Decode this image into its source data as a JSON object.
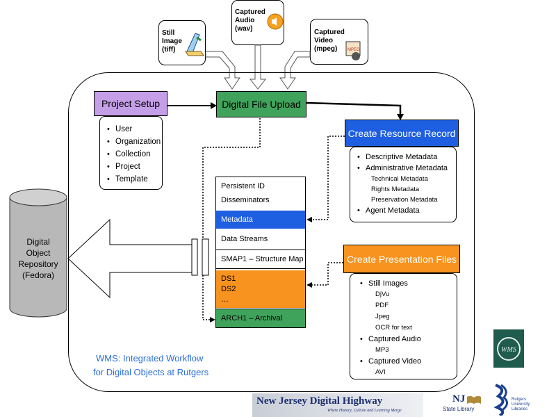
{
  "sources": {
    "still_image": {
      "label_lines": [
        "Still",
        "Image",
        "(tiff)"
      ],
      "icon": "scanner-icon"
    },
    "captured_audio": {
      "label_lines": [
        "Captured",
        "Audio",
        "(wav)"
      ],
      "icon": "speaker-icon"
    },
    "captured_video": {
      "label_lines": [
        "Captured",
        "Video",
        "(mpeg)"
      ],
      "icon": "film-reel-icon",
      "icon_text": "MPEG"
    }
  },
  "project_setup": {
    "title": "Project Setup",
    "items": [
      "User",
      "Organization",
      "Collection",
      "Project",
      "Template"
    ]
  },
  "digital_file_upload": {
    "title": "Digital File Upload"
  },
  "create_resource_record": {
    "title": "Create Resource Record",
    "items": [
      {
        "text": "Descriptive Metadata",
        "level": 1
      },
      {
        "text": "Administrative Metadata",
        "level": 1
      },
      {
        "text": "Technical Metadata",
        "level": 2
      },
      {
        "text": "Rights Metadata",
        "level": 2
      },
      {
        "text": "Preservation Metadata",
        "level": 2
      },
      {
        "text": "Agent Metadata",
        "level": 1
      }
    ]
  },
  "create_presentation_files": {
    "title": "Create Presentation Files",
    "items": [
      {
        "text": "Still Images",
        "level": 1
      },
      {
        "text": "DjVu",
        "level": 2
      },
      {
        "text": "PDF",
        "level": 2
      },
      {
        "text": "Jpeg",
        "level": 2
      },
      {
        "text": "OCR for text",
        "level": 2
      },
      {
        "text": "Captured Audio",
        "level": 1
      },
      {
        "text": "MP3",
        "level": 2
      },
      {
        "text": "Captured Video",
        "level": 1
      },
      {
        "text": "AVI",
        "level": 2
      }
    ]
  },
  "object_stack": {
    "persistent_id": "Persistent ID",
    "disseminators": "Disseminators",
    "metadata": "Metadata",
    "data_streams": "Data Streams",
    "smap": "SMAP1 – Structure Map",
    "ds1": "DS1",
    "ds2": "DS2",
    "ellipsis": "…",
    "arch": "ARCH1 – Archival"
  },
  "repository": {
    "label_lines": [
      "Digital",
      "Object",
      "Repository",
      "(Fedora)"
    ]
  },
  "caption_lines": [
    "WMS: Integrated Workflow",
    "for Digital Objects at Rutgers"
  ],
  "logos": {
    "njdh_title": "New Jersey Digital Highway",
    "njdh_tagline": "Where History, Culture and Learning Merge",
    "nj_state_library_mark": "NJ",
    "nj_state_library_text": "State Library",
    "wms_seal": "WMS",
    "rutgers_text": "Rutgers University Libraries"
  },
  "colors": {
    "project_setup": "#c59ee8",
    "digital_file_upload": "#3fa35b",
    "create_resource_record": "#1e5ee0",
    "create_presentation_files": "#f7931e",
    "metadata_band": "#1e5ee0",
    "ds_band": "#f7931e",
    "arch_band": "#3fa35b",
    "caption": "#2b6fd6"
  }
}
